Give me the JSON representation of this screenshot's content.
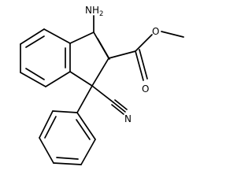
{
  "molecule": {
    "labels": {
      "amino": {
        "main": "NH",
        "sub": "2"
      },
      "carbonyl_oxygen": "O",
      "ester_oxygen": "O",
      "nitrile_nitrogen": "N"
    }
  }
}
